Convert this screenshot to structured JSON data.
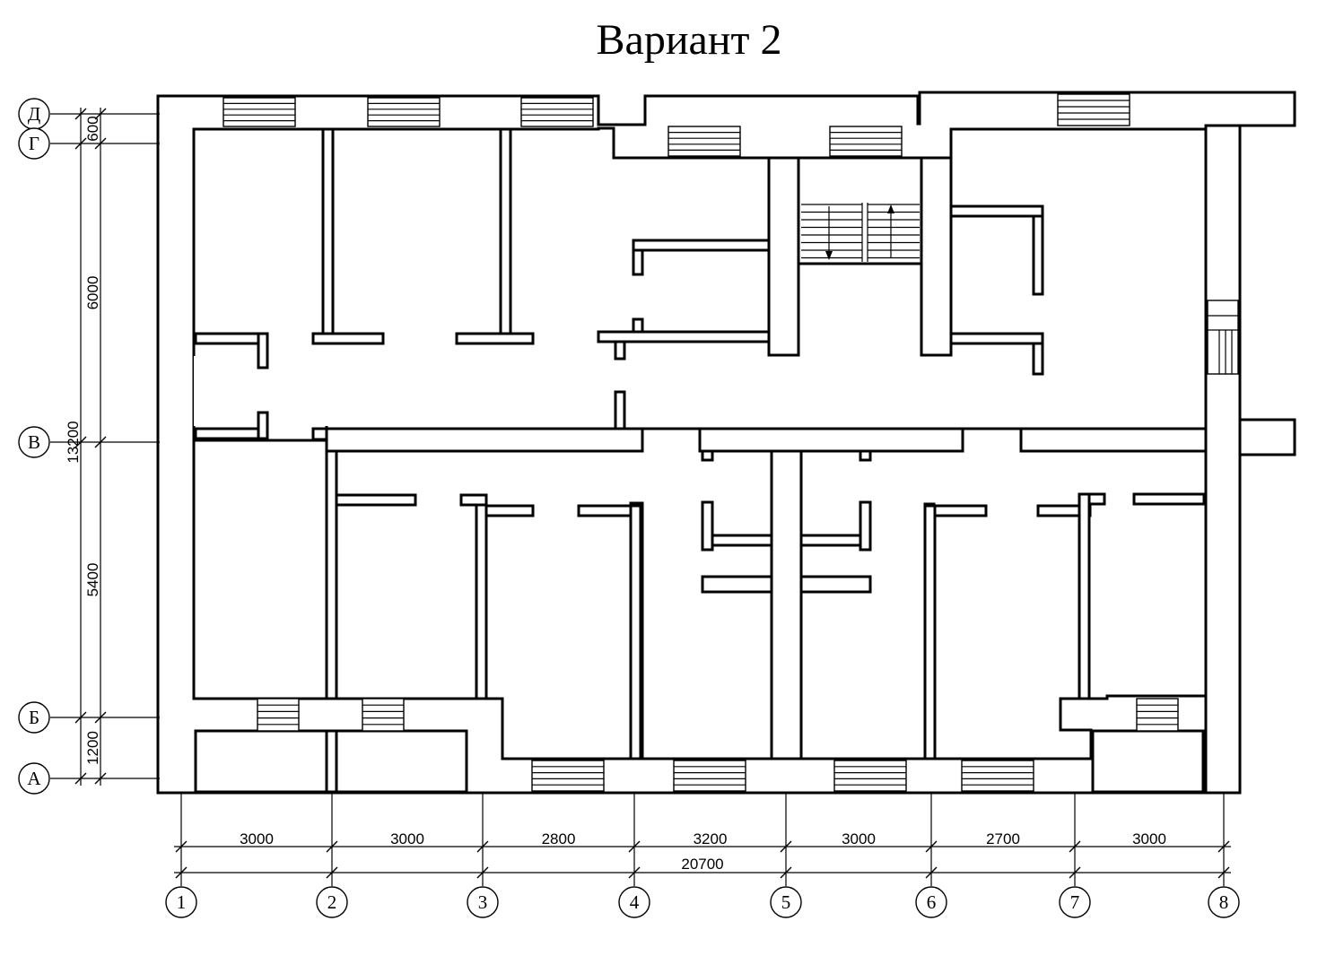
{
  "title": "Вариант 2",
  "axes": {
    "vertical": [
      "1",
      "2",
      "3",
      "4",
      "5",
      "6",
      "7",
      "8"
    ],
    "horizontal": [
      "Д",
      "Г",
      "В",
      "Б",
      "А"
    ]
  },
  "dimensions": {
    "bays": [
      "3000",
      "3000",
      "2800",
      "3200",
      "3000",
      "2700",
      "3000"
    ],
    "total_length": "20700",
    "spans": [
      "600",
      "6000",
      "5400",
      "1200"
    ],
    "total_width": "13200"
  }
}
